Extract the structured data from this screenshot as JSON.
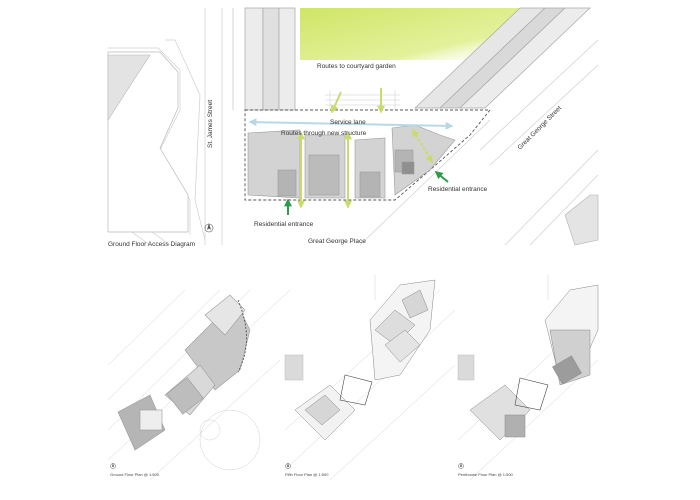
{
  "diagram": {
    "labels": {
      "routes_courtyard": "Routes to courtyard garden",
      "service_lane": "Service lane",
      "routes_structure": "Routes through new structure",
      "residential_entrance_right": "Residential entrance",
      "residential_entrance_left": "Residential entrance",
      "great_george_place": "Great George Place",
      "great_george_street": "Great George Street",
      "st_james_street": "St. James Street",
      "title": "Ground Floor Access Diagram"
    },
    "plans": [
      {
        "caption": "Ground Floor Plan @ 1:500"
      },
      {
        "caption": "Fifth Floor Plan @ 1:500"
      },
      {
        "caption": "Penthouse Floor Plan @ 1:500"
      }
    ],
    "colors": {
      "garden": "#d9ec7a",
      "arrow_green": "#c8dc6e",
      "service_blue": "#b9d8e6",
      "entrance_green": "#2e9a4c",
      "block_grey": "#d0d0d0",
      "dark_grey": "#9a9a9a"
    }
  }
}
